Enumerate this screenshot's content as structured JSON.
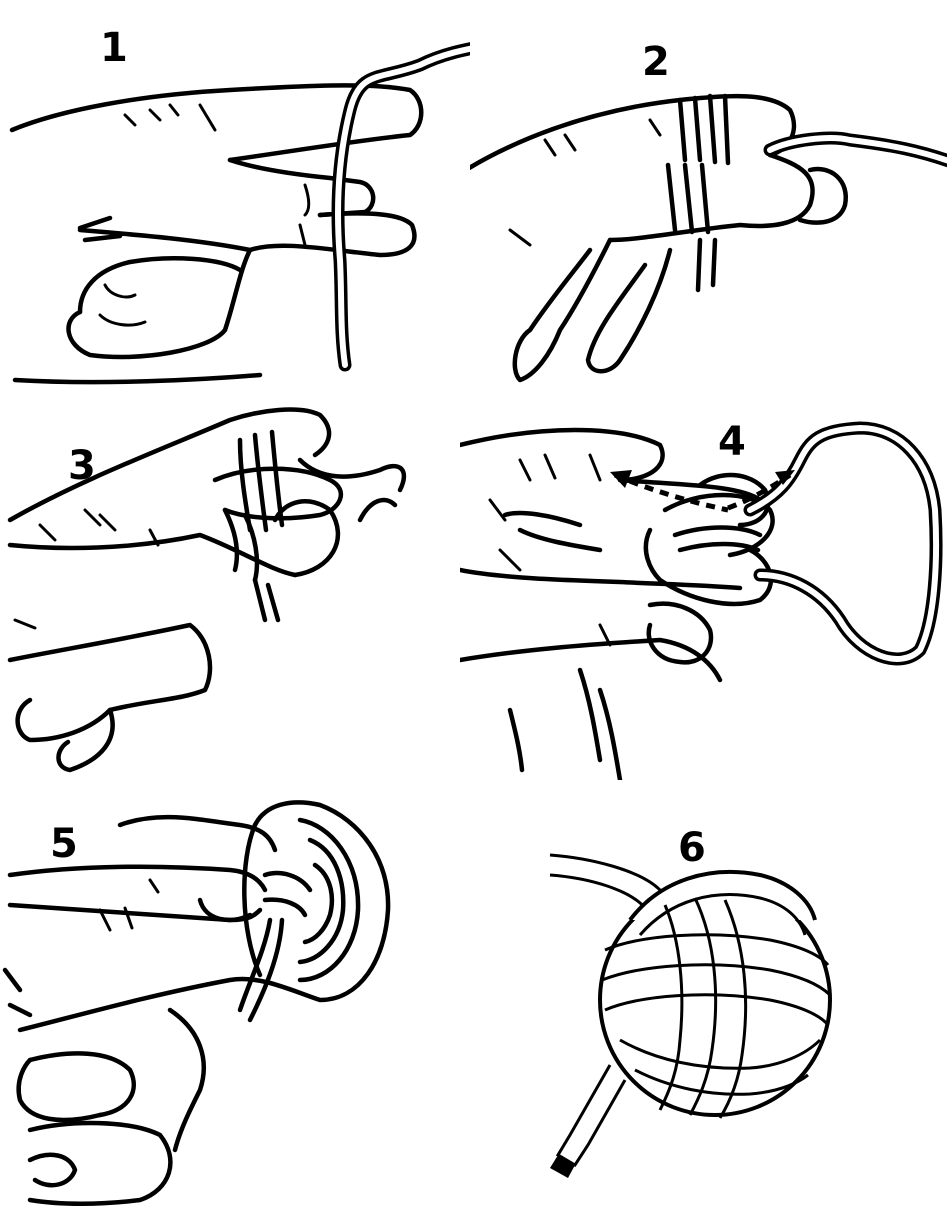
{
  "steps": [
    {
      "number": "1",
      "icon": "hand-cord-over-fingers-illustration"
    },
    {
      "number": "2",
      "icon": "hand-cord-wrapped-illustration"
    },
    {
      "number": "3",
      "icon": "hand-cord-cross-wrapped-illustration"
    },
    {
      "number": "4",
      "icon": "hand-cord-passing-illustration"
    },
    {
      "number": "5",
      "icon": "hand-knot-forming-illustration"
    },
    {
      "number": "6",
      "icon": "finished-monkey-fist-knot-illustration"
    }
  ]
}
